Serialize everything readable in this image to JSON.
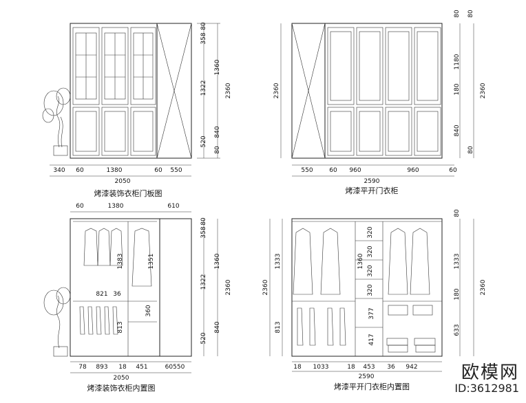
{
  "panels": [
    {
      "title": "烤漆装饰衣柜门板图",
      "bottom_dims": [
        "340",
        "60",
        "1380",
        "60",
        "550"
      ],
      "total": "2050",
      "right_dims_a": [
        "80",
        "358",
        "1360",
        "840",
        "520",
        "80"
      ],
      "right_dims_b": [
        "1322",
        "2360"
      ]
    },
    {
      "title": "烤漆平开门衣柜",
      "bottom_dims": [
        "550",
        "60",
        "960",
        "960",
        "60"
      ],
      "total": "2590",
      "left_dim": "2360",
      "right_dims_a": [
        "80",
        "1180",
        "180",
        "840",
        "80"
      ],
      "right_dims_b": [
        "80",
        "2360"
      ]
    },
    {
      "title": "烤漆装饰衣柜内置图",
      "top_dims": [
        "60",
        "1380",
        "610"
      ],
      "bottom_dims": [
        "78",
        "893",
        "18",
        "451",
        "60550"
      ],
      "total": "2050",
      "inner_dims": [
        "1383",
        "1351",
        "821",
        "36",
        "360",
        "813"
      ],
      "right_dims_a": [
        "80",
        "358",
        "1360",
        "840",
        "520"
      ],
      "right_dims_b": [
        "1322",
        "2360"
      ]
    },
    {
      "title": "烤漆平开门衣柜内置图",
      "bottom_dims": [
        "18",
        "1033",
        "18",
        "453",
        "36",
        "942"
      ],
      "total": "2590",
      "left_dims": [
        "2360",
        "1333",
        "813"
      ],
      "inner_dims": [
        "320",
        "320",
        "320",
        "320",
        "1360",
        "377",
        "417"
      ],
      "right_dims_a": [
        "80",
        "1333",
        "180",
        "633"
      ],
      "right_dims_b": [
        "2360"
      ]
    }
  ],
  "watermark": {
    "brand": "欧模网",
    "id": "ID:3612981"
  }
}
